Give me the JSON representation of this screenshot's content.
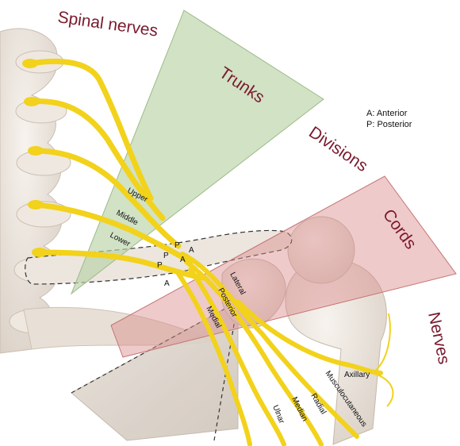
{
  "regions": {
    "spinal_nerves": "Spinal nerves",
    "trunks": "Trunks",
    "divisions": "Divisions",
    "cords": "Cords",
    "nerves": "Nerves"
  },
  "legend": {
    "anterior": "A: Anterior",
    "posterior": "P: Posterior"
  },
  "trunk_labels": {
    "upper": "Upper",
    "middle": "Middle",
    "lower": "Lower"
  },
  "division_labels": {
    "a1": "A",
    "a2": "A",
    "a3": "A",
    "p1": "P",
    "p2": "P",
    "p3": "P"
  },
  "cord_labels": {
    "lateral": "Lateral",
    "posterior": "Posterior",
    "medial": "Medial"
  },
  "nerve_labels": {
    "axillary": "Axillary",
    "musculocutaneous": "Musculocutaneous",
    "radial": "Radial",
    "median": "Median",
    "ulnar": "Ulnar"
  },
  "colors": {
    "region_label": "#7a1a2e",
    "trunk_zone": "#b9d3a6",
    "cord_zone": "#d98a8a",
    "nerve": "#f2d21b",
    "bone": "#e9e2da"
  }
}
